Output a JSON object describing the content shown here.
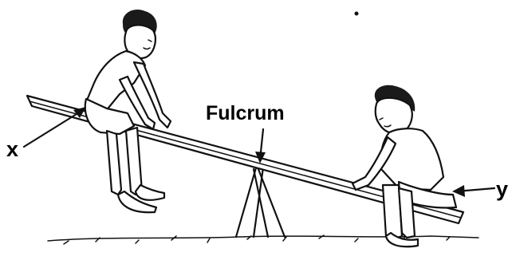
{
  "labels": {
    "fulcrum": "Fulcrum",
    "x": "x",
    "y": "y"
  },
  "figures": {
    "left_child": "child-left-raised",
    "right_child": "child-right-lowered",
    "seesaw_plank": "plank",
    "support": "a-frame-support"
  },
  "colors": {
    "ink": "#111111",
    "background": "#ffffff"
  }
}
